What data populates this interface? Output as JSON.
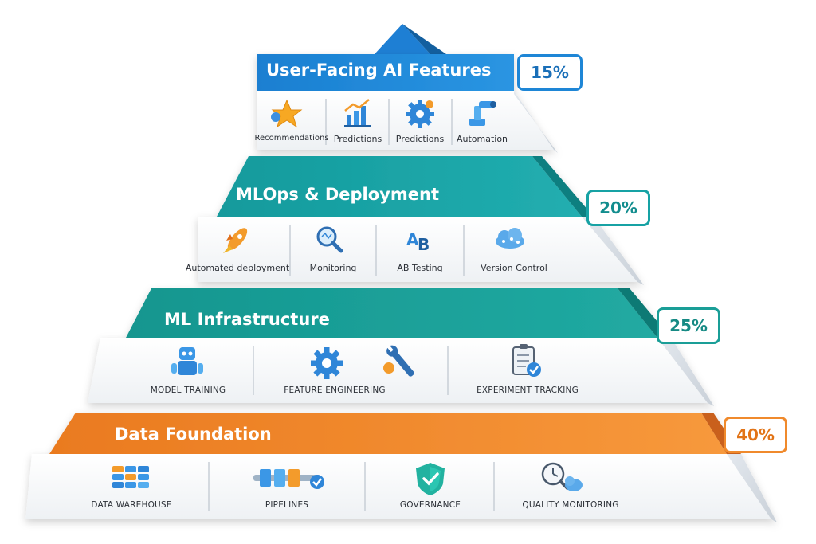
{
  "tiers": [
    {
      "title": "User-Facing AI Features",
      "percent": "15%",
      "color": "#1e86d6",
      "items": [
        {
          "label": "Recommendations",
          "icon": "star-icon"
        },
        {
          "label": "Predictions",
          "icon": "bar-chart-icon"
        },
        {
          "label": "Predictions",
          "icon": "gear-icon"
        },
        {
          "label": "Automation",
          "icon": "robot-arm-icon"
        }
      ]
    },
    {
      "title": "MLOps & Deployment",
      "percent": "20%",
      "color": "#17a2a4",
      "items": [
        {
          "label": "Automated deployment",
          "icon": "rocket-icon"
        },
        {
          "label": "Monitoring",
          "icon": "magnifier-icon"
        },
        {
          "label": "AB Testing",
          "icon": "ab-letters-icon"
        },
        {
          "label": "Version Control",
          "icon": "cloud-network-icon"
        }
      ]
    },
    {
      "title": "ML Infrastructure",
      "percent": "25%",
      "color": "#1a9e97",
      "items": [
        {
          "label": "MODEL TRAINING",
          "icon": "robot-icon"
        },
        {
          "label": "FEATURE ENGINEERING",
          "icon": "gear-wrench-icon"
        },
        {
          "label": "EXPERIMENT TRACKING",
          "icon": "clipboard-check-icon"
        }
      ]
    },
    {
      "title": "Data Foundation",
      "percent": "40%",
      "color": "#f08a2c",
      "items": [
        {
          "label": "DATA WAREHOUSE",
          "icon": "database-stack-icon"
        },
        {
          "label": "PIPELINES",
          "icon": "pipeline-icon"
        },
        {
          "label": "GOVERNANCE",
          "icon": "shield-check-icon"
        },
        {
          "label": "QUALITY MONITORING",
          "icon": "clock-magnifier-icon"
        }
      ]
    }
  ]
}
